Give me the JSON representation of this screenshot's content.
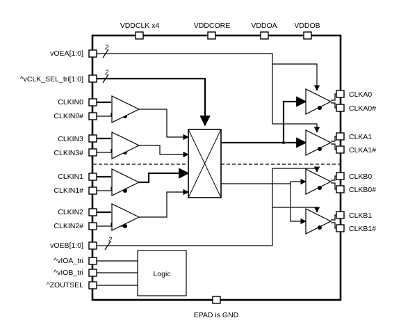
{
  "top_pins": [
    "VDDCLK x4",
    "VDDCORE",
    "VDDOA",
    "VDDOB"
  ],
  "left_pins": [
    "vOEA[1:0]",
    "^vCLK_SEL_tri[1:0]",
    "CLKIN0",
    "CLKIN0#",
    "CLKIN3",
    "CLKIN3#",
    "CLKIN1",
    "CLKIN1#",
    "CLKIN2",
    "CLKIN2#",
    "vOEB[1:0]",
    "^vIOA_tri",
    "^vIOB_tri",
    "^ZOUTSEL"
  ],
  "right_pins": [
    "CLKA0",
    "CLKA0#",
    "CLKA1",
    "CLKA1#",
    "CLKB0",
    "CLKB0#",
    "CLKB1",
    "CLKB1#"
  ],
  "bus_width": "2",
  "logic_label": "Logic",
  "bottom_label": "EPAD is GND"
}
